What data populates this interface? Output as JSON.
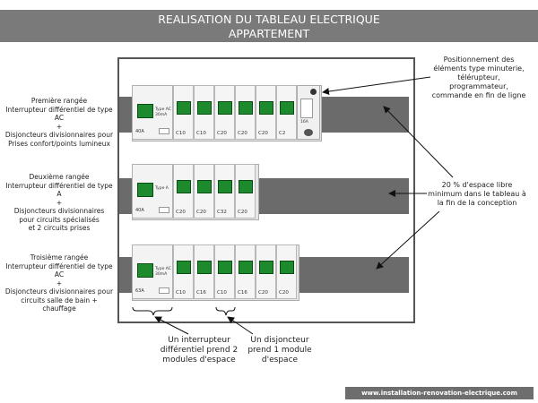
{
  "title": {
    "line1": "REALISATION DU TABLEAU ELECTRIQUE",
    "line2": "APPARTEMENT"
  },
  "left_labels": {
    "row1": [
      "Première rangée",
      "Interrupteur différentiel de type AC",
      "+",
      "Disjoncteurs divisionnaires pour",
      "Prises confort/points lumineux"
    ],
    "row2": [
      "Deuxième rangée",
      "Interrupteur différentiel de type A",
      "+",
      "Disjoncteurs divisionnaires",
      "pour circuits spécialisés",
      "et 2 circuits prises"
    ],
    "row3": [
      "Troisième rangée",
      "Interrupteur différentiel de type AC",
      "+",
      "Disjoncteurs divisionnaires pour",
      "circuits salle de bain + chauffage"
    ]
  },
  "right_labels": {
    "positioning": [
      "Positionnement des",
      "éléments type minuterie,",
      "télérupteur,",
      "programmateur,",
      "commande en fin de ligne"
    ],
    "free_space": [
      "20 % d'espace libre",
      "minimum dans le tableau à",
      "la fin de la conception"
    ]
  },
  "bottom_labels": {
    "rcd_note": [
      "Un interrupteur",
      "différentiel prend 2",
      "modules d'espace"
    ],
    "breaker_note": [
      "Un disjoncteur",
      "prend 1 module",
      "d'espace"
    ]
  },
  "rows": {
    "row1": {
      "rcd": {
        "rating": "40A",
        "type": "Type AC",
        "sensitivity": "30mA"
      },
      "breakers": [
        "C10",
        "C10",
        "C20",
        "C20",
        "C20",
        "C2"
      ]
    },
    "row2": {
      "rcd": {
        "rating": "40A",
        "type": "Type A",
        "sensitivity": ""
      },
      "breakers": [
        "C20",
        "C20",
        "C32",
        "C20"
      ]
    },
    "row3": {
      "rcd": {
        "rating": "63A",
        "type": "Type AC",
        "sensitivity": "30mA"
      },
      "breakers": [
        "C10",
        "C16",
        "C10",
        "C16",
        "C20",
        "C20"
      ]
    }
  },
  "timer_module": {
    "label": "16A"
  },
  "footer": "www.installation-renovation-electrique.com",
  "colors": {
    "rail": "#6b6b6b",
    "switch": "#1e8a2e",
    "title_bg": "#7a7a7a",
    "footer_bg": "#6e6e6e"
  }
}
